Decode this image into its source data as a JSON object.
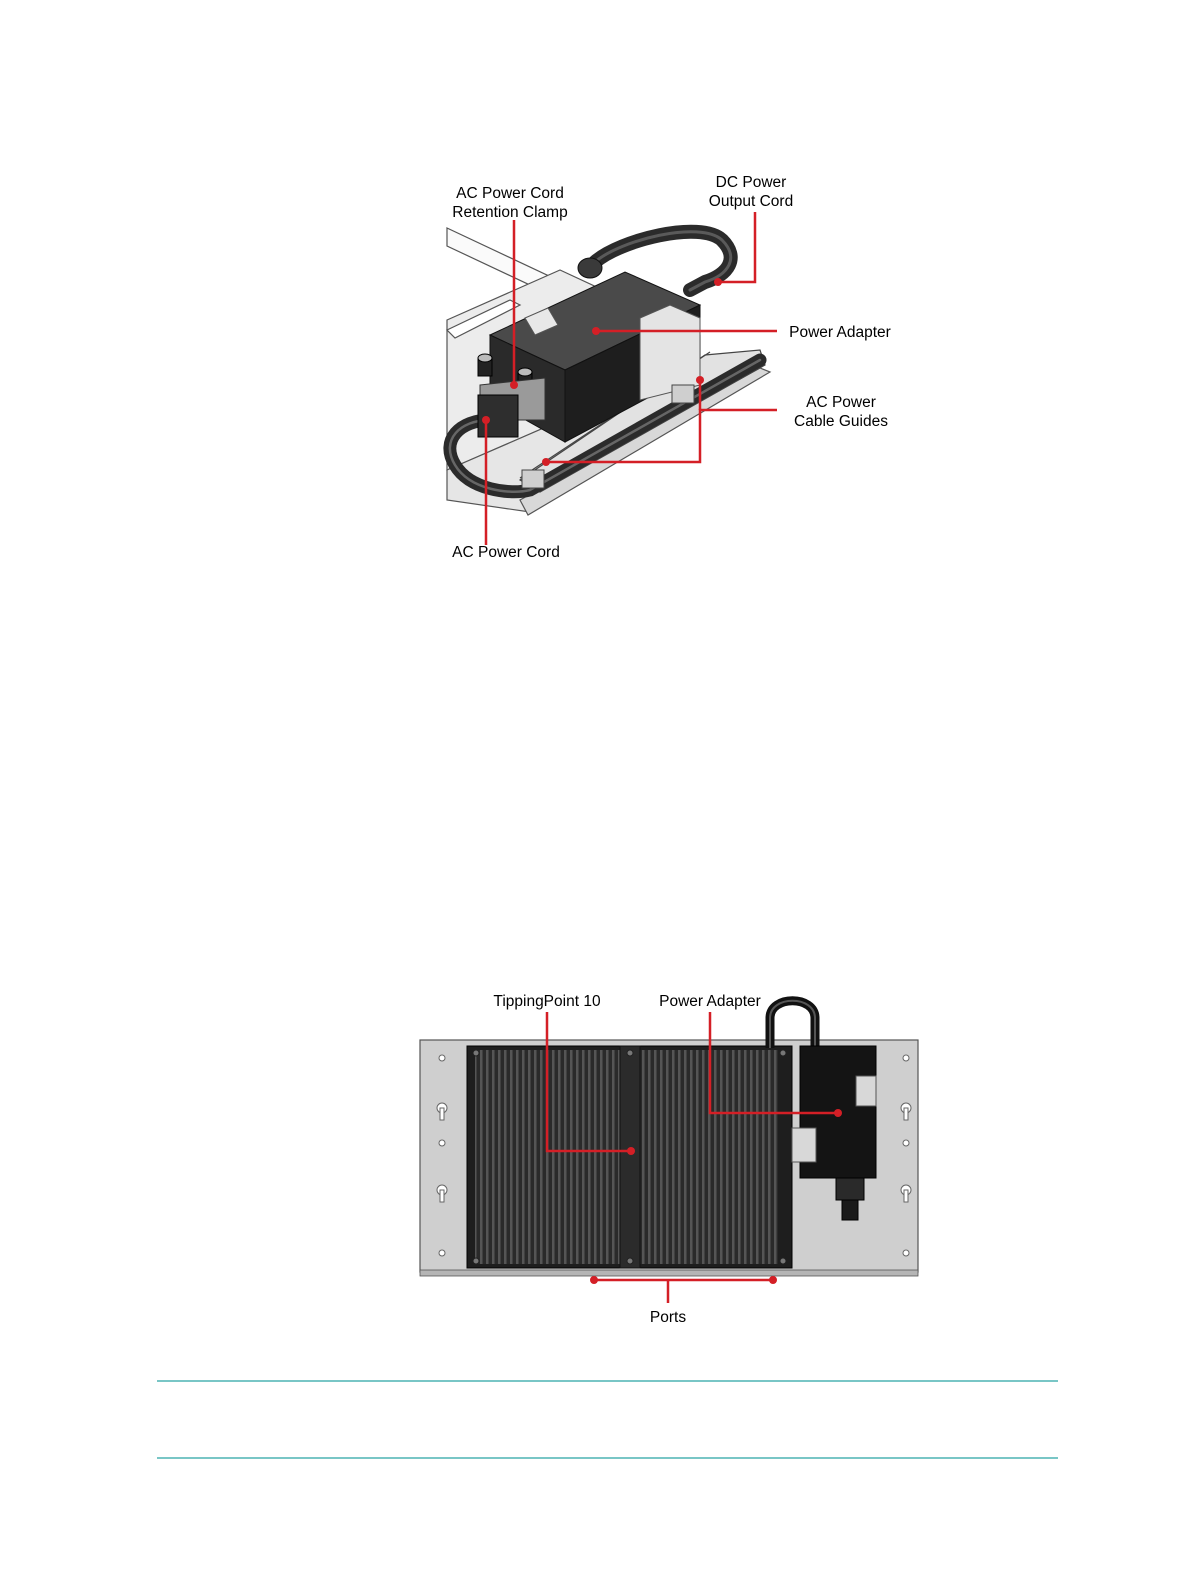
{
  "figure1": {
    "labels": {
      "retention_clamp_line1": "AC Power Cord",
      "retention_clamp_line2": "Retention Clamp",
      "dc_cord_line1": "DC Power",
      "dc_cord_line2": "Output Cord",
      "power_adapter": "Power Adapter",
      "cable_guides_line1": "AC Power",
      "cable_guides_line2": "Cable Guides",
      "ac_power_cord": "AC Power Cord"
    }
  },
  "figure2": {
    "labels": {
      "device": "TippingPoint 10",
      "power_adapter": "Power Adapter",
      "ports": "Ports"
    }
  },
  "colors": {
    "callout": "#d41f26",
    "rule": "#29a3a3",
    "adapter": "#1c1c1c",
    "heatsink": "#3a3a3a"
  }
}
